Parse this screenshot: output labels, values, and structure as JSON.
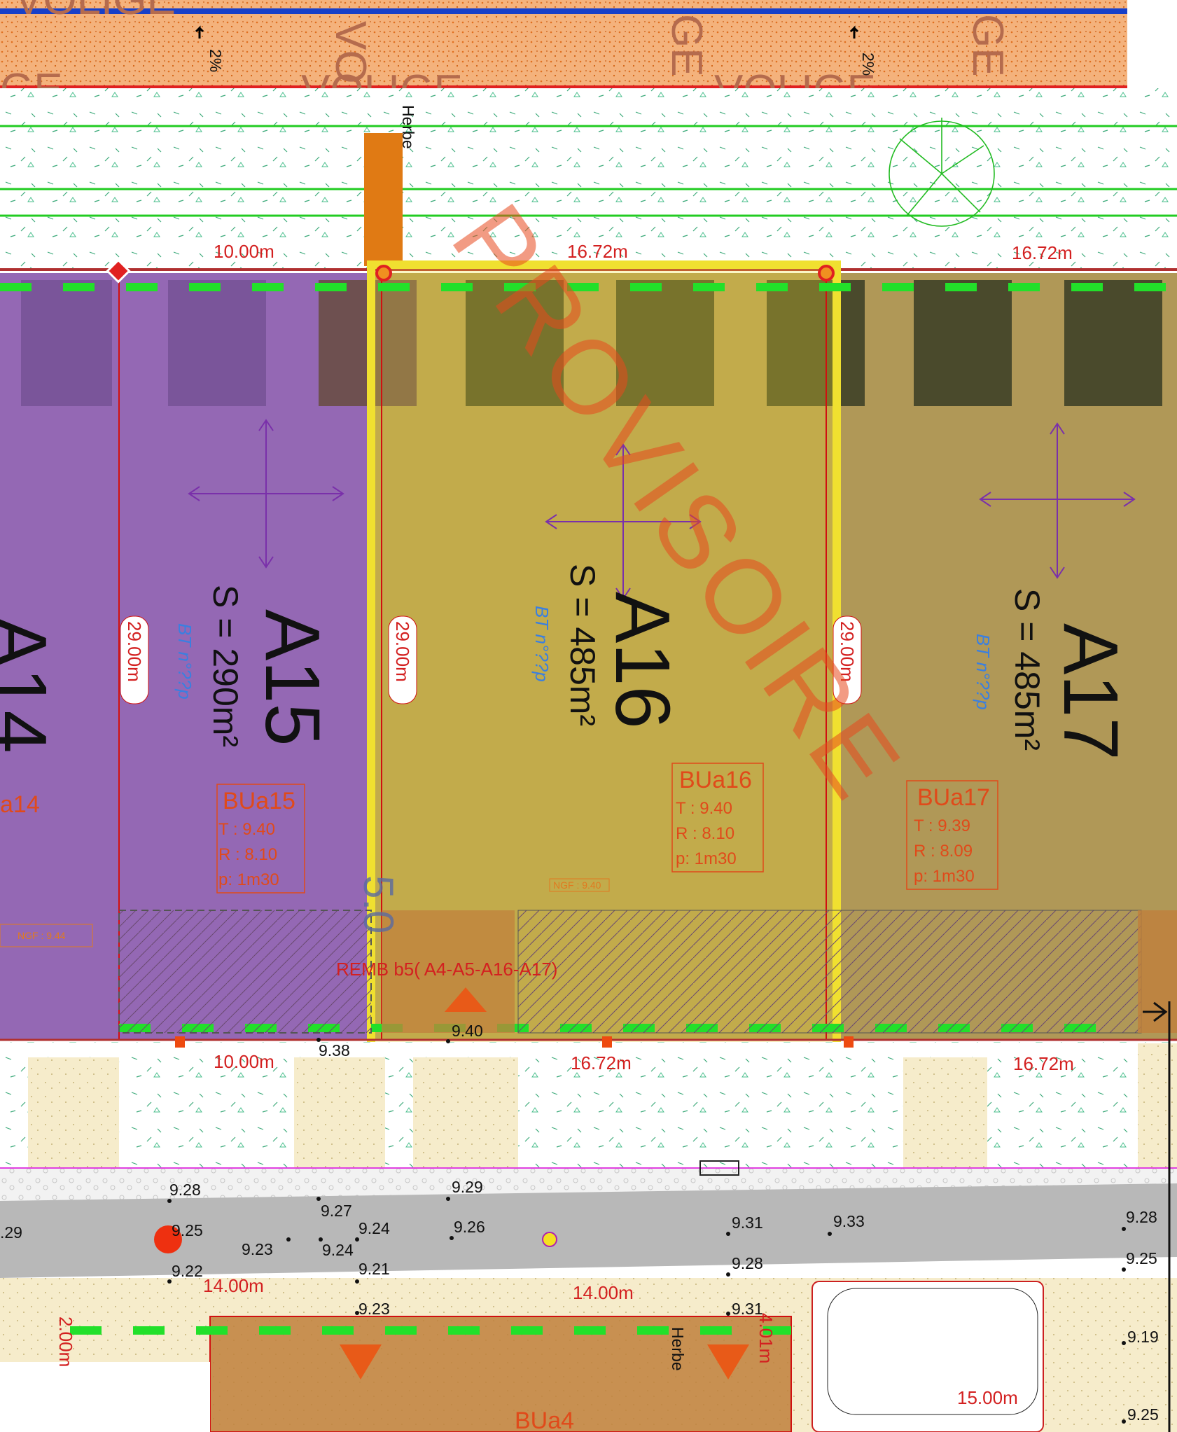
{
  "road": {
    "top_labels": [
      "VOLIGE",
      "VOLIGE",
      "VOLIGE",
      "VOLIGE",
      "GE",
      "GE",
      "GE"
    ],
    "slopes": [
      "2%",
      "2%"
    ],
    "herbe_labels": [
      "Herbe",
      "Herbe"
    ]
  },
  "frontage_top": [
    "10.00m",
    "16.72m",
    "16.72m"
  ],
  "frontage_bottom": [
    "10.00m",
    "16.72m",
    "16.72m"
  ],
  "lots": [
    {
      "id": "A14",
      "bua": "a14"
    },
    {
      "id": "A15",
      "area": "S = 290m²",
      "depth": "29.00m",
      "bt": "BT n°??p",
      "bua": {
        "title": "BUa15",
        "t": "T : 9.40",
        "r": "R : 8.10",
        "p": "p: 1m30"
      },
      "ngf": "NGF : 9.44"
    },
    {
      "id": "A16",
      "area": "S = 485m²",
      "depth": "29.00m",
      "bt": "BT n°??p",
      "bua": {
        "title": "BUa16",
        "t": "T : 9.40",
        "r": "R : 8.10",
        "p": "p: 1m30"
      },
      "ngf": "NGF : 9.40"
    },
    {
      "id": "A17",
      "area": "S = 485m²",
      "depth": "29.00m",
      "bt": "BT n°??p",
      "bua": {
        "title": "BUa17",
        "t": "T : 9.39",
        "r": "R : 8.09",
        "p": "p: 1m30"
      }
    }
  ],
  "watermark": "PROVISOIRE",
  "remb_label": "REMB b5( A4-A5-A16-A17)",
  "stamp_fragment": "5.0",
  "spot_levels": [
    "9.38",
    "9.40",
    "9.28",
    "9.27",
    "9.29",
    "9.25",
    "9.24",
    "9.26",
    "9.23",
    "9.24",
    "9.31",
    "9.33",
    "9.28",
    "9.22",
    "9.21",
    "9.28",
    "9.25",
    "9.23",
    "9.31",
    "9.19",
    "9.25",
    ".29"
  ],
  "bottom_dims": [
    "14.00m",
    "14.00m",
    "15.00m",
    "4.01m",
    "2.00m"
  ],
  "bottom_lot": "BUa4",
  "colors": {
    "purple_lot": "#9468b4",
    "tan_lot": "#b09857",
    "selection": "#f0e030",
    "fence": "#22e02a",
    "road": "#b8b8b8",
    "orange_band": "#f1a872"
  }
}
